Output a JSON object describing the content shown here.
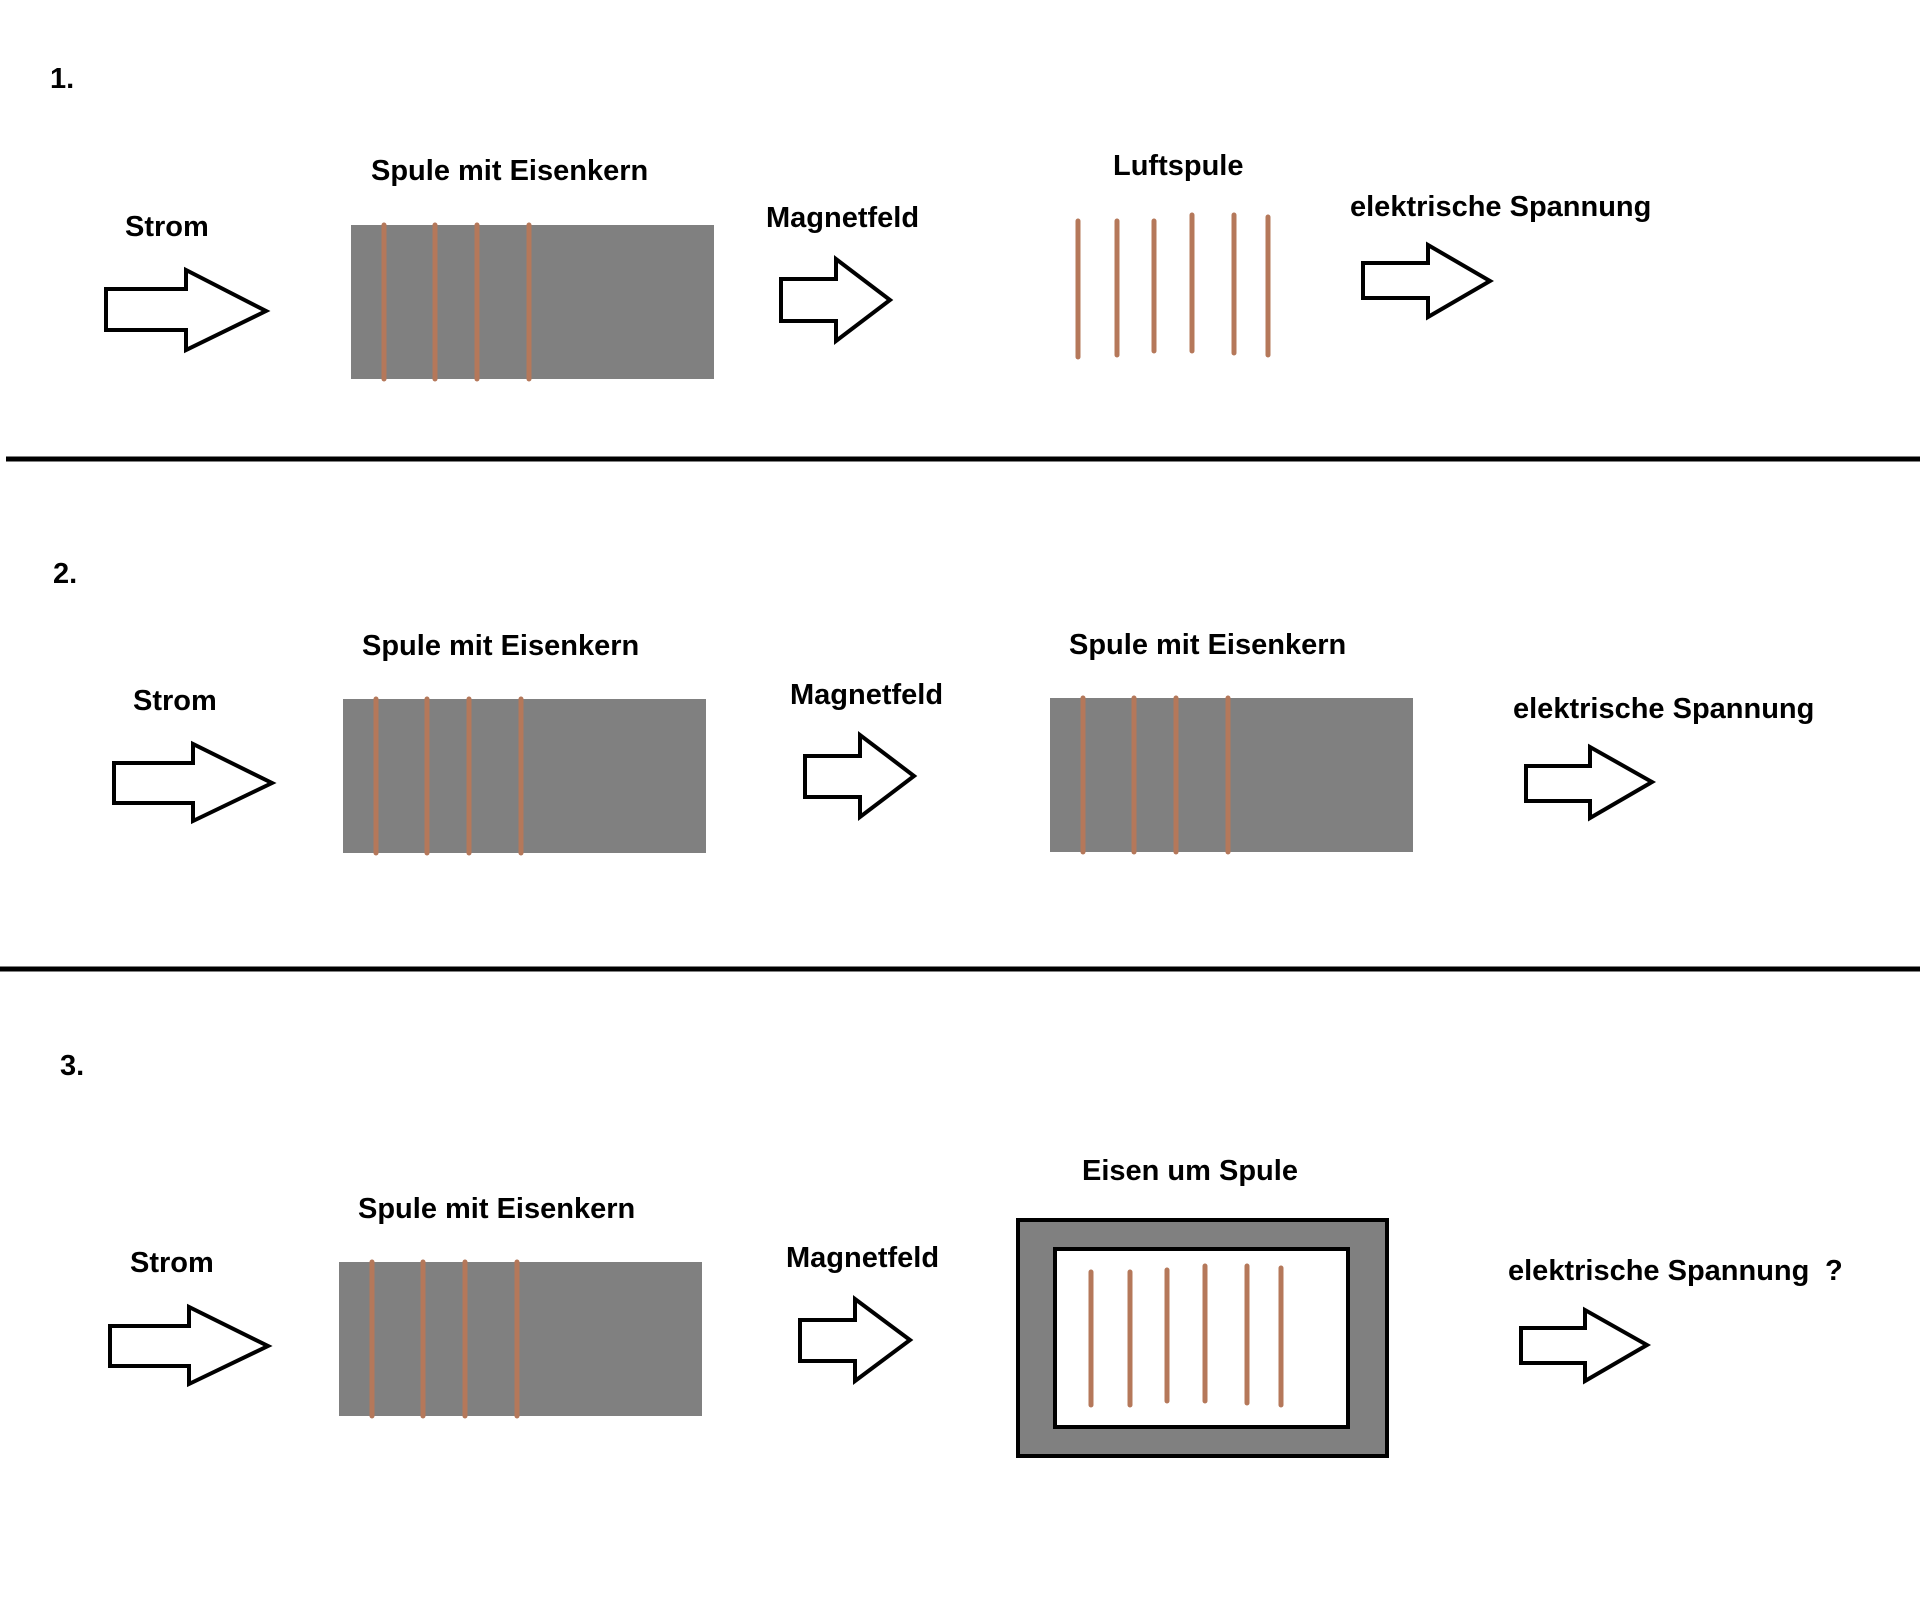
{
  "colors": {
    "iron_core": "#808080",
    "winding": "#b5785a",
    "divider": "#000000",
    "background": "#ffffff"
  },
  "sections": [
    {
      "number": "1.",
      "input_label": "Strom",
      "coil_1_label": "Spule mit Eisenkern",
      "field_label": "Magnetfeld",
      "coil_2_label": "Luftspule",
      "output_label": "elektrische Spannung"
    },
    {
      "number": "2.",
      "input_label": "Strom",
      "coil_1_label": "Spule mit Eisenkern",
      "field_label": "Magnetfeld",
      "coil_2_label": "Spule mit Eisenkern",
      "output_label": "elektrische Spannung"
    },
    {
      "number": "3.",
      "input_label": "Strom",
      "coil_1_label": "Spule mit Eisenkern",
      "field_label": "Magnetfeld",
      "coil_2_label": "Eisen um Spule",
      "output_label": "elektrische Spannung",
      "question_mark": "?"
    }
  ]
}
